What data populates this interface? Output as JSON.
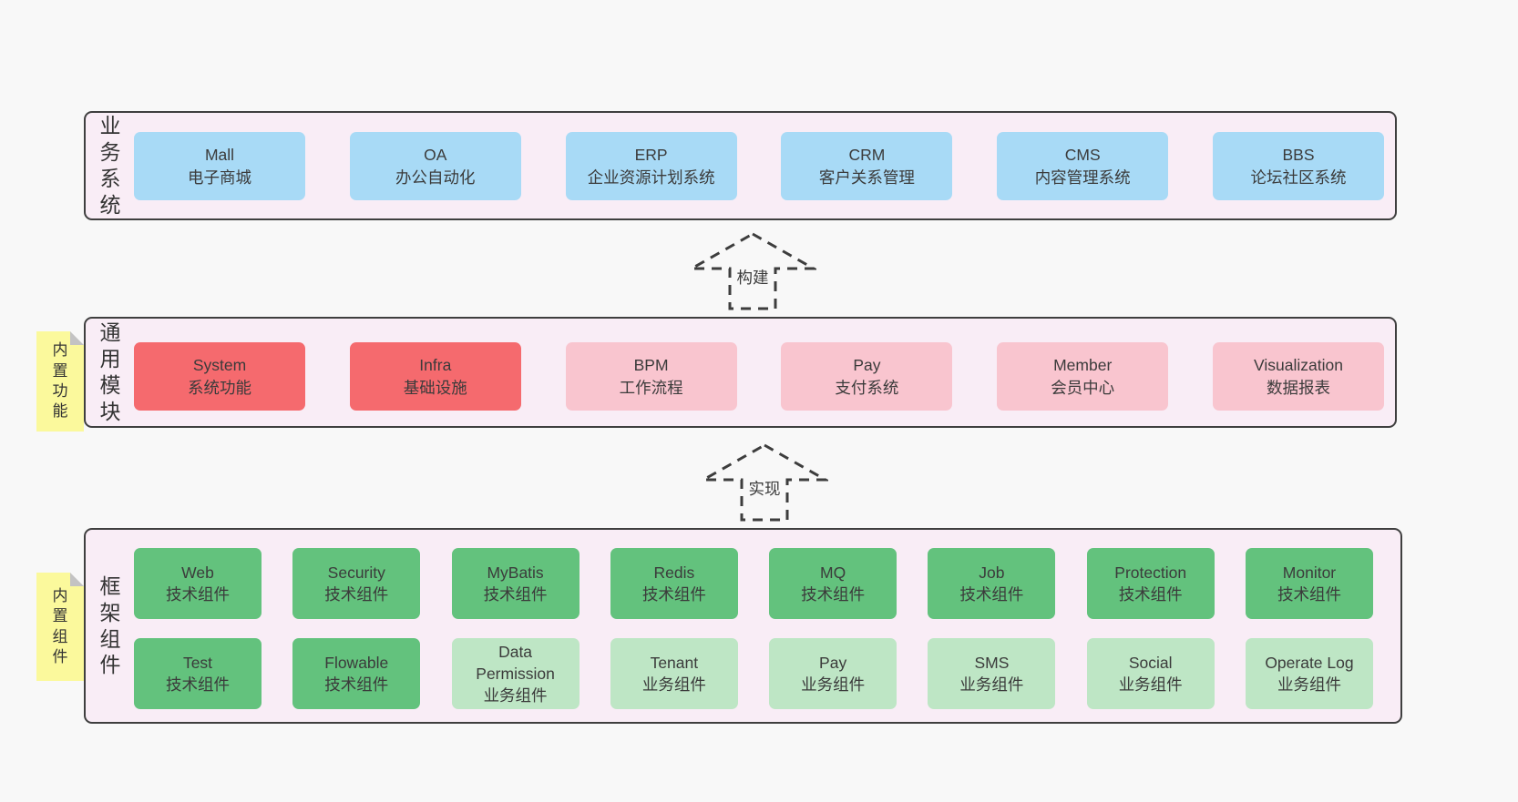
{
  "colors": {
    "page_bg": "#f8f8f8",
    "panel_bg": "#f9edf6",
    "panel_border": "#3f3f3f",
    "box_blue": "#a8daf6",
    "box_red": "#f56a6e",
    "box_pink": "#f9c5cf",
    "box_green": "#63c27d",
    "box_light_green": "#bee6c5",
    "note_yellow": "#fbf99c",
    "text": "#3b3b3b"
  },
  "business_layer": {
    "label": "业务系统",
    "boxes": [
      {
        "title": "Mall",
        "subtitle": "电子商城",
        "variant": "blue"
      },
      {
        "title": "OA",
        "subtitle": "办公自动化",
        "variant": "blue"
      },
      {
        "title": "ERP",
        "subtitle": "企业资源计划系统",
        "variant": "blue"
      },
      {
        "title": "CRM",
        "subtitle": "客户关系管理",
        "variant": "blue"
      },
      {
        "title": "CMS",
        "subtitle": "内容管理系统",
        "variant": "blue"
      },
      {
        "title": "BBS",
        "subtitle": "论坛社区系统",
        "variant": "blue"
      }
    ]
  },
  "arrow_build": {
    "label": "构建"
  },
  "module_layer": {
    "label": "通用模块",
    "note": "内置功能",
    "boxes": [
      {
        "title": "System",
        "subtitle": "系统功能",
        "variant": "red"
      },
      {
        "title": "Infra",
        "subtitle": "基础设施",
        "variant": "red"
      },
      {
        "title": "BPM",
        "subtitle": "工作流程",
        "variant": "pink"
      },
      {
        "title": "Pay",
        "subtitle": "支付系统",
        "variant": "pink"
      },
      {
        "title": "Member",
        "subtitle": "会员中心",
        "variant": "pink"
      },
      {
        "title": "Visualization",
        "subtitle": "数据报表",
        "variant": "pink"
      }
    ]
  },
  "arrow_implement": {
    "label": "实现"
  },
  "component_layer": {
    "label": "框架组件",
    "note": "内置组件",
    "row1": [
      {
        "title": "Web",
        "subtitle": "技术组件",
        "variant": "green"
      },
      {
        "title": "Security",
        "subtitle": "技术组件",
        "variant": "green"
      },
      {
        "title": "MyBatis",
        "subtitle": "技术组件",
        "variant": "green"
      },
      {
        "title": "Redis",
        "subtitle": "技术组件",
        "variant": "green"
      },
      {
        "title": "MQ",
        "subtitle": "技术组件",
        "variant": "green"
      },
      {
        "title": "Job",
        "subtitle": "技术组件",
        "variant": "green"
      },
      {
        "title": "Protection",
        "subtitle": "技术组件",
        "variant": "green"
      },
      {
        "title": "Monitor",
        "subtitle": "技术组件",
        "variant": "green"
      }
    ],
    "row2": [
      {
        "title": "Test",
        "subtitle": "技术组件",
        "variant": "green"
      },
      {
        "title": "Flowable",
        "subtitle": "技术组件",
        "variant": "green"
      },
      {
        "title": "Data Permission",
        "subtitle": "业务组件",
        "variant": "lightgreen"
      },
      {
        "title": "Tenant",
        "subtitle": "业务组件",
        "variant": "lightgreen"
      },
      {
        "title": "Pay",
        "subtitle": "业务组件",
        "variant": "lightgreen"
      },
      {
        "title": "SMS",
        "subtitle": "业务组件",
        "variant": "lightgreen"
      },
      {
        "title": "Social",
        "subtitle": "业务组件",
        "variant": "lightgreen"
      },
      {
        "title": "Operate Log",
        "subtitle": "业务组件",
        "variant": "lightgreen"
      }
    ]
  }
}
